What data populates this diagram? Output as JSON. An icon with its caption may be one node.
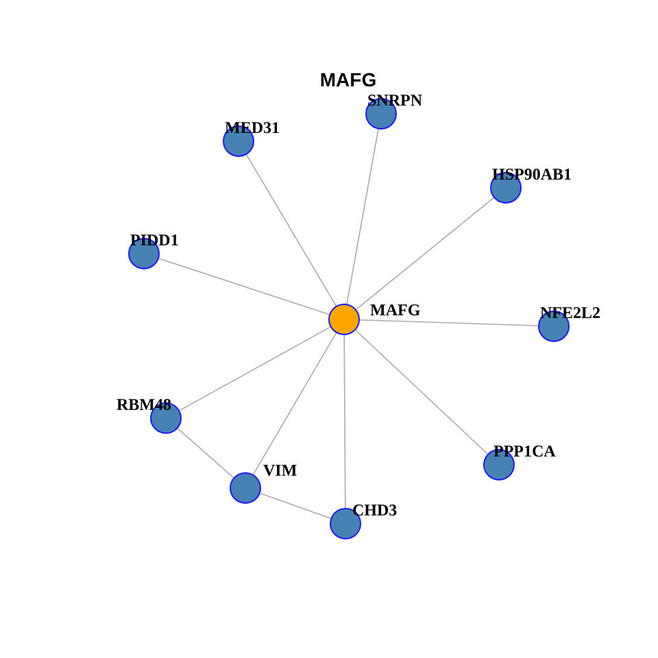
{
  "diagram": {
    "title": "MAFG",
    "nodes": [
      {
        "text": [
          "SNRPN"
        ]
      },
      {
        "text": [
          "MED31"
        ]
      },
      {
        "text": [
          "HSP90AB1"
        ]
      },
      {
        "text": [
          "PIDD1"
        ]
      },
      {
        "text": [
          "MAFG"
        ]
      },
      {
        "text": [
          "NFE2L2"
        ]
      },
      {
        "text": [
          "RBM48"
        ]
      },
      {
        "text": [
          "PPP1CA"
        ]
      },
      {
        "text": [
          "VIM"
        ]
      },
      {
        "text": [
          "CHD3"
        ]
      }
    ],
    "edges": [
      {
        "from": 4,
        "to": 0,
        "arrow": "none"
      },
      {
        "from": 4,
        "to": 1,
        "arrow": "none"
      },
      {
        "from": 4,
        "to": 2,
        "arrow": "none"
      },
      {
        "from": 4,
        "to": 3,
        "arrow": "none"
      },
      {
        "from": 4,
        "to": 5,
        "arrow": "none"
      },
      {
        "from": 4,
        "to": 6,
        "arrow": "none"
      },
      {
        "from": 4,
        "to": 7,
        "arrow": "none"
      },
      {
        "from": 4,
        "to": 8,
        "arrow": "none"
      },
      {
        "from": 4,
        "to": 9,
        "arrow": "none"
      },
      {
        "from": 6,
        "to": 8,
        "arrow": "none"
      },
      {
        "from": 8,
        "to": 9,
        "arrow": "none"
      }
    ]
  }
}
